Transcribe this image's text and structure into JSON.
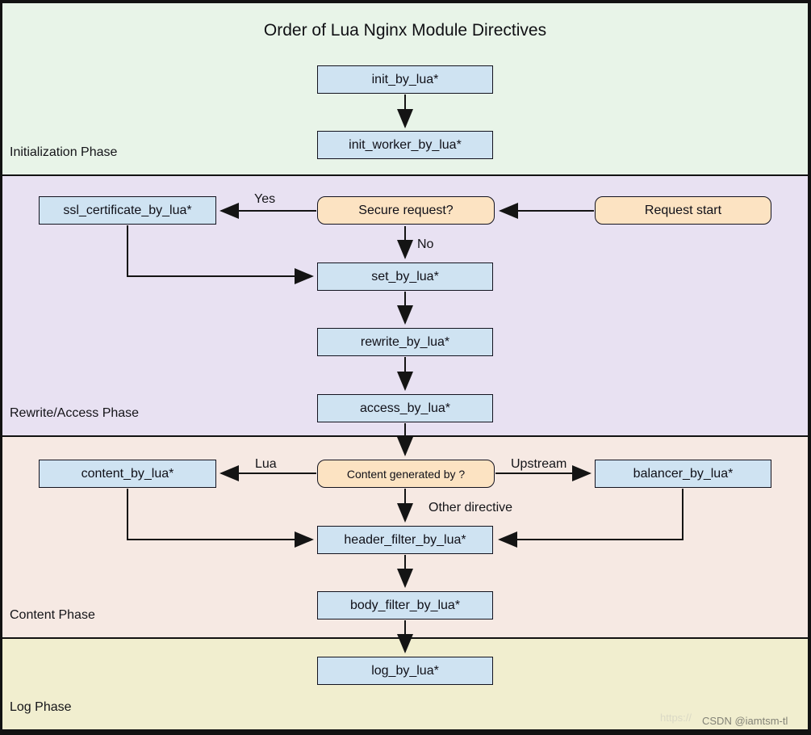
{
  "title": "Order of Lua Nginx Module Directives",
  "phases": {
    "initialization": {
      "label": "Initialization Phase",
      "color": "#e8f4e8"
    },
    "rewrite_access": {
      "label": "Rewrite/Access Phase",
      "color": "#e8e1f2"
    },
    "content": {
      "label": "Content Phase",
      "color": "#f6e9e3"
    },
    "log": {
      "label": "Log Phase",
      "color": "#f1eecf"
    }
  },
  "nodes": {
    "init_by_lua": {
      "label": "init_by_lua*",
      "kind": "directive"
    },
    "init_worker_by_lua": {
      "label": "init_worker_by_lua*",
      "kind": "directive"
    },
    "ssl_certificate_by_lua": {
      "label": "ssl_certificate_by_lua*",
      "kind": "directive"
    },
    "secure_request": {
      "label": "Secure request?",
      "kind": "decision"
    },
    "request_start": {
      "label": "Request start",
      "kind": "start"
    },
    "set_by_lua": {
      "label": "set_by_lua*",
      "kind": "directive"
    },
    "rewrite_by_lua": {
      "label": "rewrite_by_lua*",
      "kind": "directive"
    },
    "access_by_lua": {
      "label": "access_by_lua*",
      "kind": "directive"
    },
    "content_by_lua": {
      "label": "content_by_lua*",
      "kind": "directive"
    },
    "content_generated_by": {
      "label": "Content generated by ?",
      "kind": "decision"
    },
    "balancer_by_lua": {
      "label": "balancer_by_lua*",
      "kind": "directive"
    },
    "header_filter_by_lua": {
      "label": "header_filter_by_lua*",
      "kind": "directive"
    },
    "body_filter_by_lua": {
      "label": "body_filter_by_lua*",
      "kind": "directive"
    },
    "log_by_lua": {
      "label": "log_by_lua*",
      "kind": "directive"
    }
  },
  "edge_labels": {
    "yes": "Yes",
    "no": "No",
    "lua": "Lua",
    "upstream": "Upstream",
    "other_directive": "Other directive"
  },
  "colors": {
    "directive_fill": "#cfe3f2",
    "decision_fill": "#fce3c2",
    "node_border": "#13131f",
    "arrow": "#141414",
    "frame": "#121212"
  },
  "watermark": {
    "text": "CSDN @iamtsm-tl",
    "faint_text": "https://"
  }
}
